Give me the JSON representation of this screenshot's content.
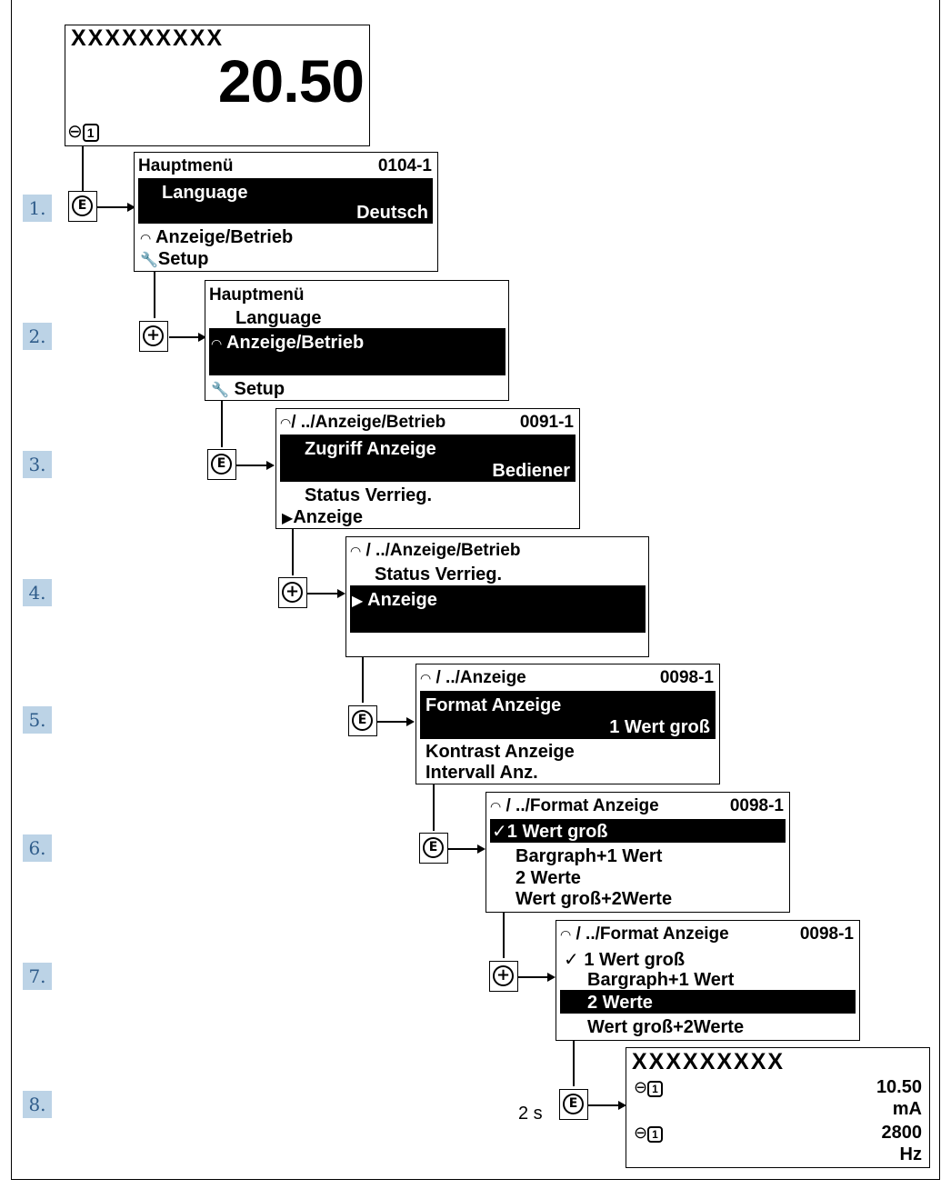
{
  "steps": [
    "1.",
    "2.",
    "3.",
    "4.",
    "5.",
    "6.",
    "7.",
    "8."
  ],
  "keys": {
    "enter": "E",
    "plus": "+"
  },
  "icons": [
    "enter-key",
    "plus-key",
    "gauge-icon",
    "wrench-icon",
    "arrow-right-icon",
    "checkmark-icon",
    "output-signal-icon"
  ],
  "colors": {
    "step_label_bg": "#bcd3e6",
    "step_label_text": "#2f5c8a",
    "highlight": "#000000"
  },
  "display_top": {
    "tag": "XXXXXXXXX",
    "value": "20.50",
    "channel": "1"
  },
  "screen1": {
    "title": "Hauptmenü",
    "code": "0104-1",
    "item1": "Language",
    "item1_value": "Deutsch",
    "item2": "Anzeige/Betrieb",
    "item3": "Setup"
  },
  "screen2": {
    "title": "Hauptmenü",
    "item1": "Language",
    "item2": "Anzeige/Betrieb",
    "item3": "Setup"
  },
  "screen3": {
    "title": "/ ../Anzeige/Betrieb",
    "code": "0091-1",
    "item1": "Zugriff Anzeige",
    "item1_value": "Bediener",
    "item2": "Status Verrieg.",
    "item3": "Anzeige"
  },
  "screen4": {
    "title": "/ ../Anzeige/Betrieb",
    "item1": "Status Verrieg.",
    "item2": "Anzeige"
  },
  "screen5": {
    "title": "/ ../Anzeige",
    "code": "0098-1",
    "item1": "Format Anzeige",
    "item1_value": "1 Wert groß",
    "item2": "Kontrast Anzeige",
    "item3": "Intervall Anz."
  },
  "screen6": {
    "title": "/ ../Format Anzeige",
    "code": "0098-1",
    "options": [
      "1 Wert groß",
      "Bargraph+1 Wert",
      "2 Werte",
      "Wert groß+2Werte"
    ]
  },
  "screen7": {
    "title": "/ ../Format Anzeige",
    "code": "0098-1",
    "options": [
      "1 Wert groß",
      "Bargraph+1 Wert",
      "2 Werte",
      "Wert groß+2Werte"
    ]
  },
  "display_bottom": {
    "tag": "XXXXXXXXX",
    "value1": "10.50",
    "unit1": "mA",
    "value2": "2800",
    "unit2": "Hz",
    "channel": "1"
  },
  "wait_label": "2 s"
}
